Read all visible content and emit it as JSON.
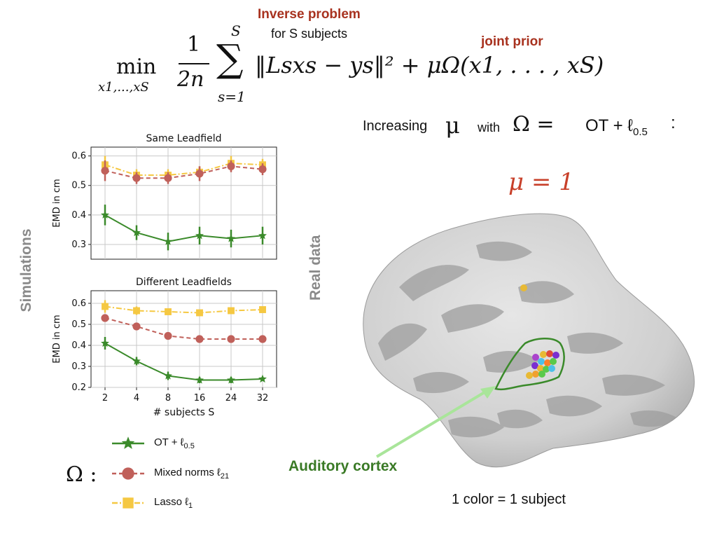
{
  "header": {
    "inverse_problem": "Inverse problem",
    "for_subjects": "for S subjects",
    "joint_prior": "joint prior",
    "min_label": "min",
    "min_subscript": "x1,...,xS",
    "frac_num": "1",
    "frac_den": "2n",
    "sum_top": "S",
    "sum_bottom": "s=1",
    "formula_body": "‖Lsxs − ys‖² + μΩ(x1, . . . , xS)"
  },
  "increasing": {
    "text": "Increasing",
    "mu": "μ",
    "with": "with",
    "omega_eq": "Ω =",
    "ot": "OT + ℓ",
    "ot_sub": "0.5",
    "colon": ":"
  },
  "mu_value": "μ = 1",
  "labels": {
    "simulations": "Simulations",
    "real_data": "Real data",
    "auditory_cortex": "Auditory cortex",
    "color_caption": "1 color = 1 subject",
    "omega_legend": "Ω :"
  },
  "legend": [
    {
      "label": "OT + ℓ",
      "sub": "0.5",
      "color": "#3a8a2a",
      "marker": "star"
    },
    {
      "label": "Mixed norms ℓ",
      "sub": "21",
      "color": "#c0605a",
      "marker": "circle"
    },
    {
      "label": "Lasso ℓ",
      "sub": "1",
      "color": "#f5c842",
      "marker": "square"
    }
  ],
  "colors": {
    "ot": "#3a8a2a",
    "mixed": "#c0605a",
    "lasso": "#f5c842",
    "accent_red": "#a8321f",
    "arrow": "#a9e59a"
  },
  "chart_data": [
    {
      "type": "line",
      "title": "Same Leadfield",
      "ylabel": "EMD in cm",
      "xlabel": "",
      "x": [
        "2",
        "4",
        "8",
        "16",
        "24",
        "32"
      ],
      "ylim": [
        0.25,
        0.63
      ],
      "yticks": [
        "0.3",
        "0.4",
        "0.5",
        "0.6"
      ],
      "grid": true,
      "series": [
        {
          "name": "OT + ℓ0.5",
          "values": [
            0.4,
            0.34,
            0.31,
            0.33,
            0.32,
            0.33
          ],
          "err": [
            0.035,
            0.025,
            0.03,
            0.03,
            0.03,
            0.03
          ]
        },
        {
          "name": "Mixed norms ℓ21",
          "values": [
            0.55,
            0.525,
            0.525,
            0.54,
            0.565,
            0.555
          ],
          "err": [
            0.035,
            0.02,
            0.02,
            0.025,
            0.02,
            0.02
          ]
        },
        {
          "name": "Lasso ℓ1",
          "values": [
            0.57,
            0.535,
            0.535,
            0.545,
            0.575,
            0.57
          ],
          "err": [
            0.03,
            0.02,
            0.02,
            0.02,
            0.025,
            0.02
          ]
        }
      ]
    },
    {
      "type": "line",
      "title": "Different Leadfields",
      "ylabel": "EMD in cm",
      "xlabel": "# subjects S",
      "x": [
        "2",
        "4",
        "8",
        "16",
        "24",
        "32"
      ],
      "ylim": [
        0.2,
        0.66
      ],
      "yticks": [
        "0.2",
        "0.3",
        "0.4",
        "0.5",
        "0.6"
      ],
      "grid": true,
      "series": [
        {
          "name": "OT + ℓ0.5",
          "values": [
            0.41,
            0.325,
            0.255,
            0.235,
            0.235,
            0.24
          ],
          "err": [
            0.03,
            0.02,
            0.02,
            0.015,
            0.015,
            0.01
          ]
        },
        {
          "name": "Mixed norms ℓ21",
          "values": [
            0.53,
            0.49,
            0.445,
            0.43,
            0.43,
            0.43
          ],
          "err": [
            0.015,
            0.015,
            0.01,
            0.01,
            0.01,
            0.01
          ]
        },
        {
          "name": "Lasso ℓ1",
          "values": [
            0.585,
            0.565,
            0.56,
            0.555,
            0.565,
            0.57
          ],
          "err": [
            0.03,
            0.02,
            0.015,
            0.015,
            0.015,
            0.015
          ]
        }
      ]
    }
  ]
}
